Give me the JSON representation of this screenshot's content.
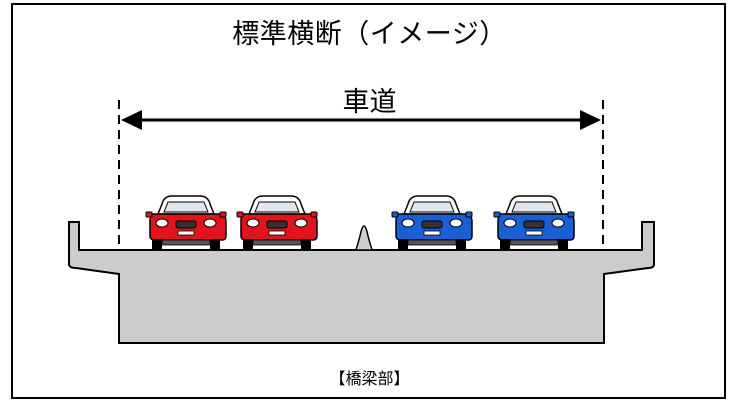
{
  "title": "標準横断（イメージ）",
  "road_label": "車道",
  "caption": "【橋梁部】",
  "colors": {
    "deck": "#cccccc",
    "outline": "#000000",
    "car_left": "#e0141c",
    "car_right": "#1a5fd6"
  },
  "icons": [
    "width-arrow",
    "red-car",
    "blue-car",
    "median-barrier"
  ]
}
